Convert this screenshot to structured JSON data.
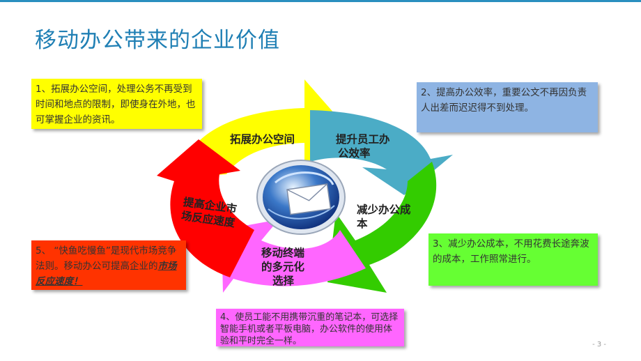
{
  "title": "移动办公带来的企业价值",
  "center_icon": "email-globe-icon",
  "segments": {
    "s1": "拓展办公空间",
    "s2": [
      "提升员工办",
      "公效率"
    ],
    "s3": [
      "减少办公成",
      "本"
    ],
    "s4": [
      "移动终端",
      "的多元化",
      "选择"
    ],
    "s5": [
      "提高企业市",
      "场反应速度"
    ]
  },
  "boxes": {
    "b1": "1、拓展办公空间，处理公务不再受到时间和地点的限制，即使身在外地，也可掌握企业的资讯。",
    "b2": "2、提高办公效率，重要公文不再因负责人出差而迟迟得不到处理。",
    "b3": "3、减少办公成本，不用花费长途奔波的成本，工作照常进行。",
    "b4": "4、使员工能不用携带沉重的笔记本，可选择智能手机或者平板电脑，办公软件的使用体验和平时完全一样。",
    "b5_prefix": "5、 “快鱼吃慢鱼”是现代市场竞争法则。移动办公可提高企业的",
    "b5_emphasis": "市场反应速度！"
  },
  "colors": {
    "yellow": "#ffff00",
    "teal": "#4bacc6",
    "green": "#33cc00",
    "magenta": "#ff66ff",
    "red": "#ff0000",
    "box1": "#ffff00",
    "box2": "#8eb4e3",
    "box3": "#66ff33",
    "box4": "#ff66ff",
    "box5": "#ff3300",
    "title": "#1f7fb4"
  },
  "page_number": "- 3 -"
}
